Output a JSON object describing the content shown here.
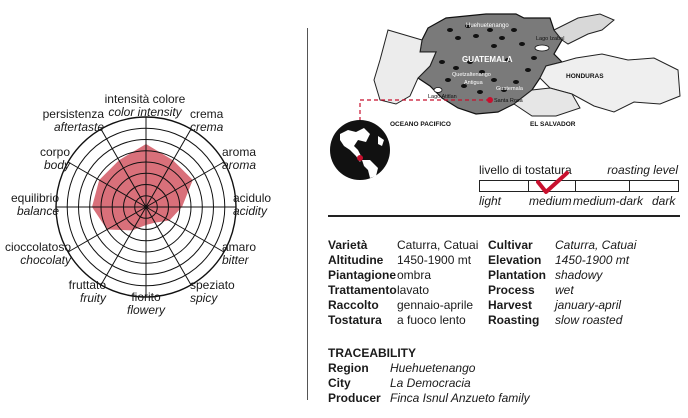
{
  "radar": {
    "axes": [
      {
        "it": "intensità colore",
        "en": "color intensity",
        "value": 0.7
      },
      {
        "it": "crema",
        "en": "crema",
        "value": 0.6
      },
      {
        "it": "aroma",
        "en": "aroma",
        "value": 0.6
      },
      {
        "it": "acidulo",
        "en": "acidity",
        "value": 0.4
      },
      {
        "it": "amaro",
        "en": "bitter",
        "value": 0.3
      },
      {
        "it": "speziato",
        "en": "spicy",
        "value": 0.2
      },
      {
        "it": "fiorito",
        "en": "flowery",
        "value": 0.2
      },
      {
        "it": "fruttato",
        "en": "fruity",
        "value": 0.3
      },
      {
        "it": "cioccolatoso",
        "en": "chocolaty",
        "value": 0.5
      },
      {
        "it": "equilibrio",
        "en": "balance",
        "value": 0.6
      },
      {
        "it": "corpo",
        "en": "body",
        "value": 0.6
      },
      {
        "it": "persistenza",
        "en": "aftertaste",
        "value": 0.6
      }
    ],
    "rings": 8,
    "fill_color": "#d9707a"
  },
  "map": {
    "country": "GUATEMALA",
    "neighbor_honduras": "HONDURAS",
    "neighbor_salvador": "EL SALVADOR",
    "ocean": "OCEANO PACIFICO",
    "places": [
      "Huehuetenango",
      "Lago Izabal",
      "Quetzaltenango",
      "Antigua",
      "Guatemala",
      "Lago Atitlan",
      "Santa Rosa"
    ]
  },
  "roasting": {
    "title_it": "livello di tostatura",
    "title_en": "roasting level",
    "levels": [
      "light",
      "medium",
      "medium-dark",
      "dark"
    ],
    "selected": "medium",
    "check_color": "#c8102e"
  },
  "specs_left": [
    {
      "k": "Varietà",
      "v": "Caturra, Catuai"
    },
    {
      "k": "Altitudine",
      "v": "1450-1900 mt"
    },
    {
      "k": "Piantagione",
      "v": "ombra"
    },
    {
      "k": "Trattamento",
      "v": "lavato"
    },
    {
      "k": "Raccolto",
      "v": "gennaio-aprile"
    },
    {
      "k": "Tostatura",
      "v": "a fuoco lento"
    }
  ],
  "specs_right": [
    {
      "k": "Cultivar",
      "v": "Caturra, Catuai"
    },
    {
      "k": "Elevation",
      "v": "1450-1900 mt"
    },
    {
      "k": "Plantation",
      "v": "shadowy"
    },
    {
      "k": "Process",
      "v": "wet"
    },
    {
      "k": "Harvest",
      "v": "january-april"
    },
    {
      "k": "Roasting",
      "v": "slow roasted"
    }
  ],
  "traceability": {
    "title": "TRACEABILITY",
    "rows": [
      {
        "k": "Region",
        "v": "Huehuetenango"
      },
      {
        "k": "City",
        "v": "La Democracia"
      },
      {
        "k": "Producer",
        "v": "Finca Isnul Anzueto family"
      }
    ]
  }
}
